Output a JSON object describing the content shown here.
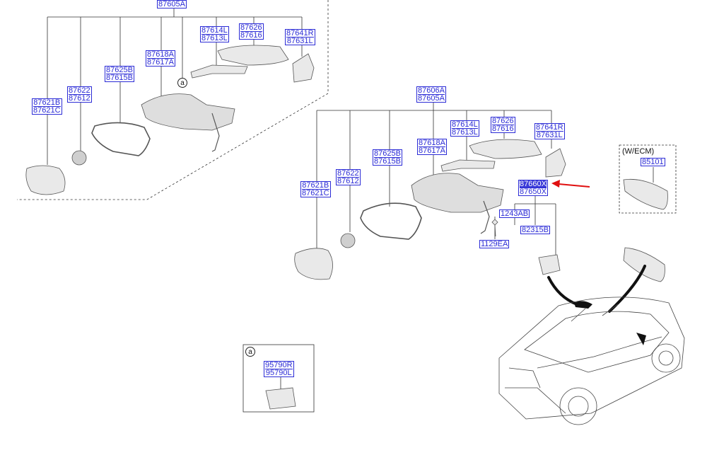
{
  "colors": {
    "label": "#2b2bd6",
    "highlight": "#3b3bd8",
    "arrow": "#e01010",
    "lines": "#333333"
  },
  "detail_inset": {
    "top_label": "87605A",
    "circle": "a",
    "labels": [
      [
        "87614L",
        "87613L"
      ],
      [
        "87626",
        "87616"
      ],
      [
        "87641R",
        "87631L"
      ],
      [
        "87618A",
        "87617A"
      ],
      [
        "87625B",
        "87615B"
      ],
      [
        "87622",
        "87612"
      ],
      [
        "87621B",
        "87621C"
      ]
    ]
  },
  "main_group": {
    "top_label": [
      "87606A",
      "87605A"
    ],
    "labels": [
      [
        "87614L",
        "87613L"
      ],
      [
        "87626",
        "87616"
      ],
      [
        "87641R",
        "87631L"
      ],
      [
        "87618A",
        "87617A"
      ],
      [
        "87625B",
        "87615B"
      ],
      [
        "87622",
        "87612"
      ],
      [
        "87621B",
        "87621C"
      ]
    ],
    "inside_mirror": [
      "87660X",
      "87650X"
    ],
    "bolt": "1243AB",
    "screw": "1129EA",
    "cover": "82315B"
  },
  "ecm_box": {
    "title": "(W/ECM)",
    "part": "85101"
  },
  "sub_box": {
    "circle": "a",
    "labels": [
      "95790R",
      "95790L"
    ]
  }
}
